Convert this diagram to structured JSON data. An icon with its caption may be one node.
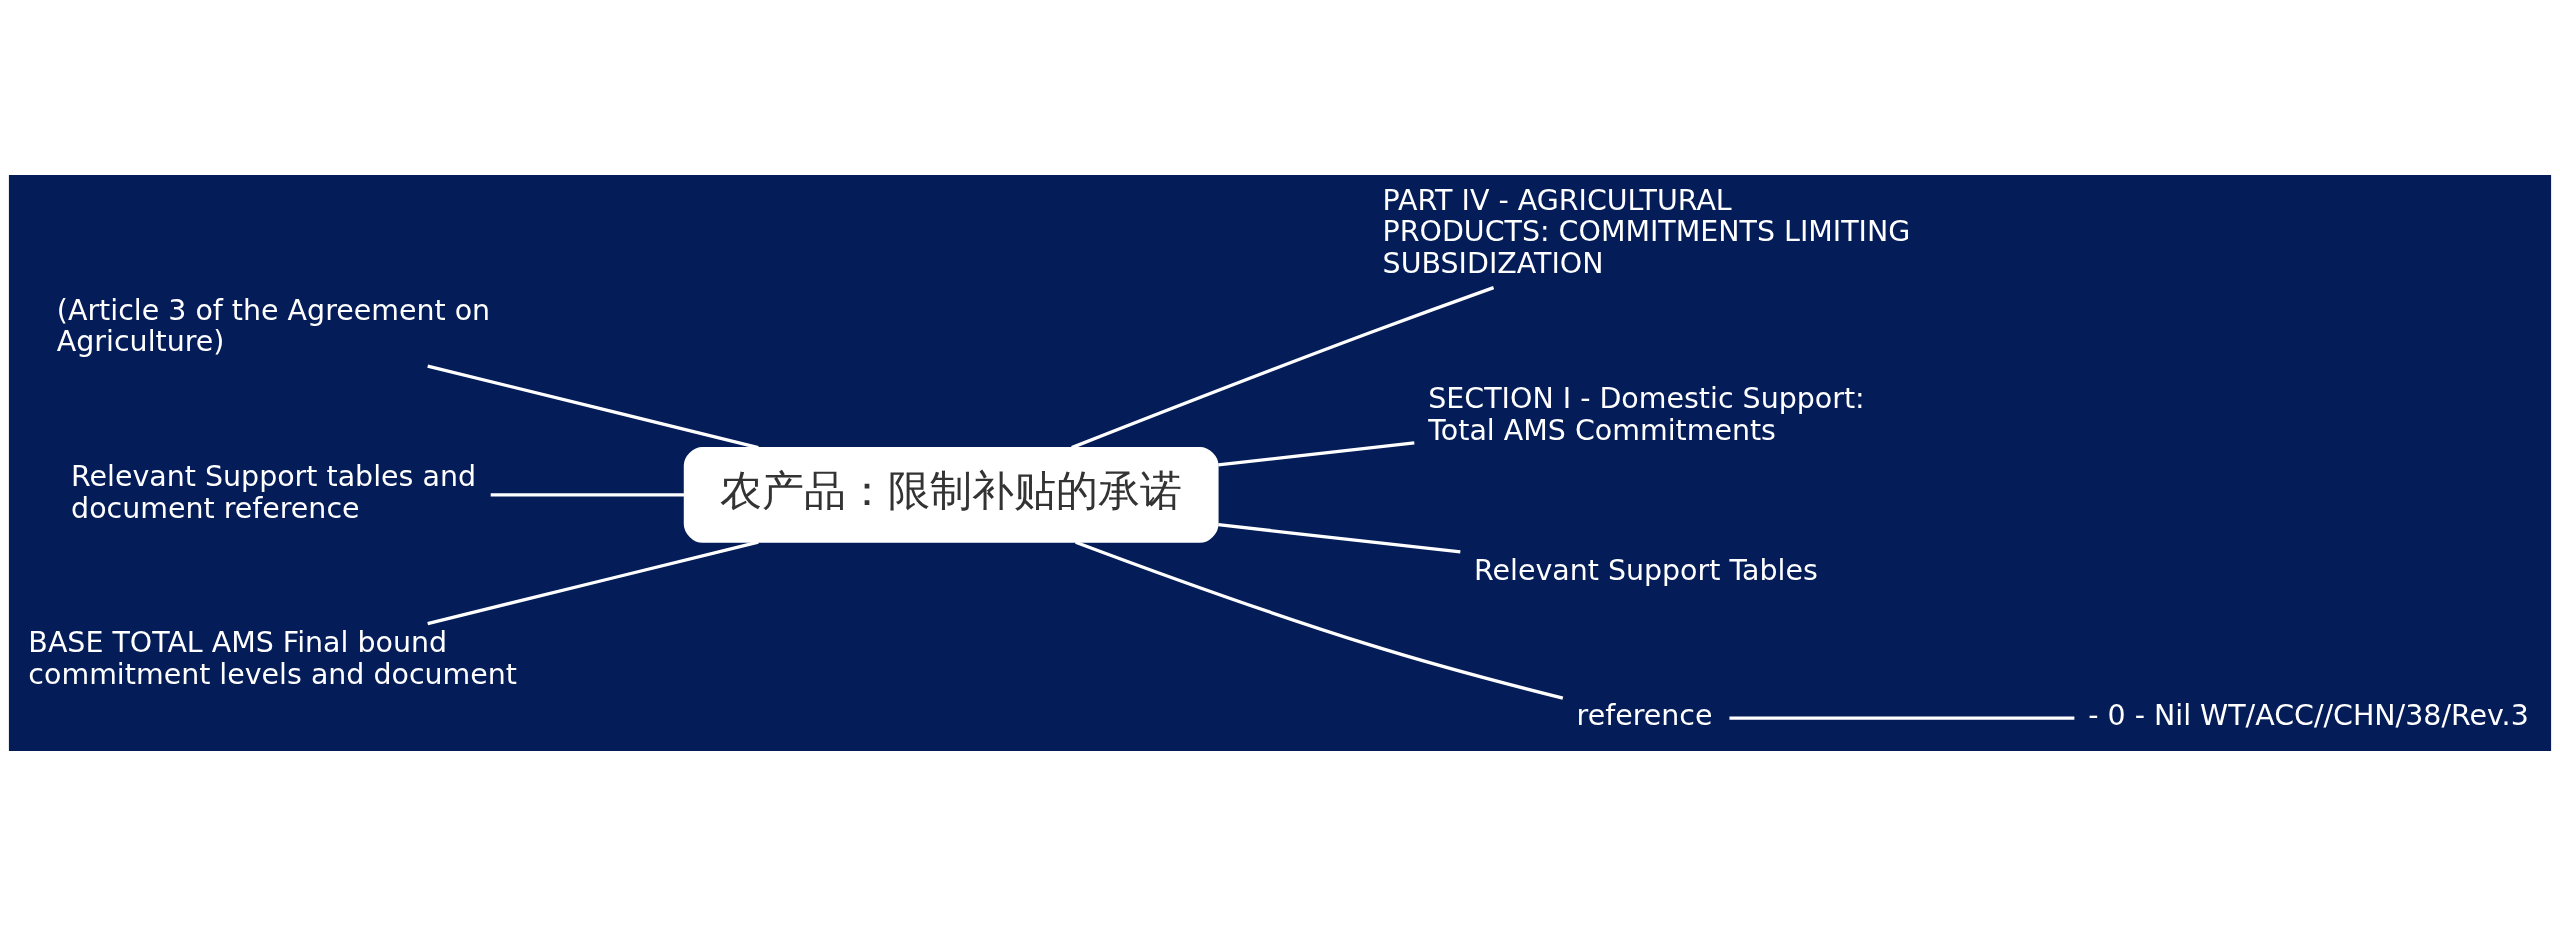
{
  "diagram": {
    "nodes": [
      {
        "text": [
          "农产品：限制补贴的承诺"
        ]
      },
      {
        "text": [
          "PART IV - AGRICULTURAL PRODUCTS: COMMITMENTS LIMITING SUBSIDIZATION"
        ]
      },
      {
        "text": [
          "SECTION I - Domestic Support: Total AMS Commitments"
        ]
      },
      {
        "text": [
          "Relevant Support Tables"
        ]
      },
      {
        "text": [
          "reference"
        ]
      },
      {
        "text": [
          "- 0 - Nil WT/ACC//CHN/38/Rev.3"
        ]
      },
      {
        "text": [
          "(Article 3 of the Agreement on Agriculture)"
        ]
      },
      {
        "text": [
          "Relevant Support tables and document reference"
        ]
      },
      {
        "text": [
          "BASE TOTAL AMS Final bound commitment levels and document"
        ]
      }
    ],
    "edges": [
      {
        "from": 0,
        "to": 1,
        "arrow": "none"
      },
      {
        "from": 0,
        "to": 2,
        "arrow": "none"
      },
      {
        "from": 0,
        "to": 3,
        "arrow": "none"
      },
      {
        "from": 0,
        "to": 4,
        "arrow": "none"
      },
      {
        "from": 4,
        "to": 5,
        "arrow": "none"
      },
      {
        "from": 0,
        "to": 6,
        "arrow": "none"
      },
      {
        "from": 0,
        "to": 7,
        "arrow": "none"
      },
      {
        "from": 0,
        "to": 8,
        "arrow": "none"
      }
    ]
  }
}
